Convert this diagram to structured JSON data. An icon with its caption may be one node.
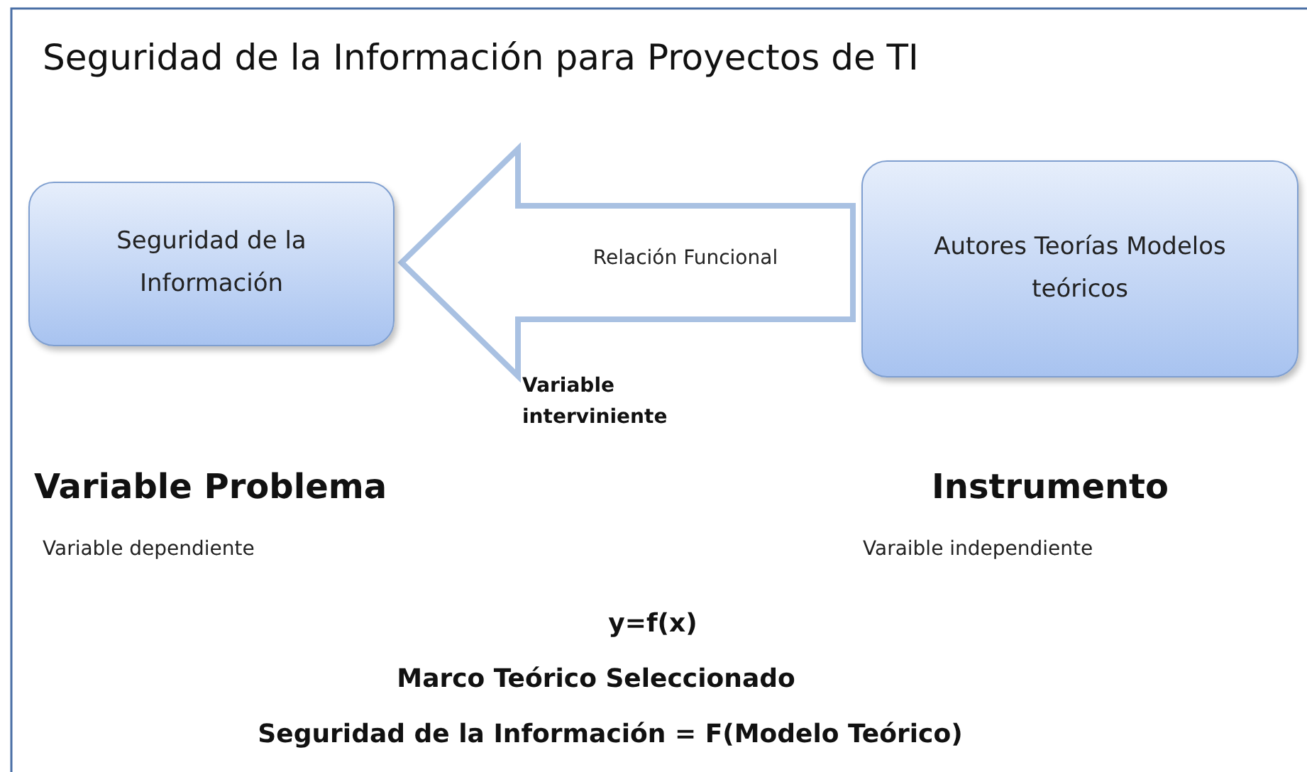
{
  "diagram": {
    "title": "Seguridad de la Información para Proyectos de TI",
    "nodes": [
      {
        "text": [
          "Seguridad de la Información"
        ]
      },
      {
        "text": [
          "Autores Teorías Modelos teóricos"
        ]
      }
    ],
    "edges": [
      {
        "from": 1,
        "to": 0,
        "arrow": "to",
        "label": "Relación Funcional",
        "style": "thick"
      }
    ],
    "labels": [
      "Variable interviniente",
      "Variable Problema",
      "Instrumento",
      "Variable dependiente",
      "Varaible independiente",
      "y=f(x)",
      "Marco Teórico Seleccionado",
      "Seguridad de la Información = F(Modelo Teórico)"
    ]
  }
}
